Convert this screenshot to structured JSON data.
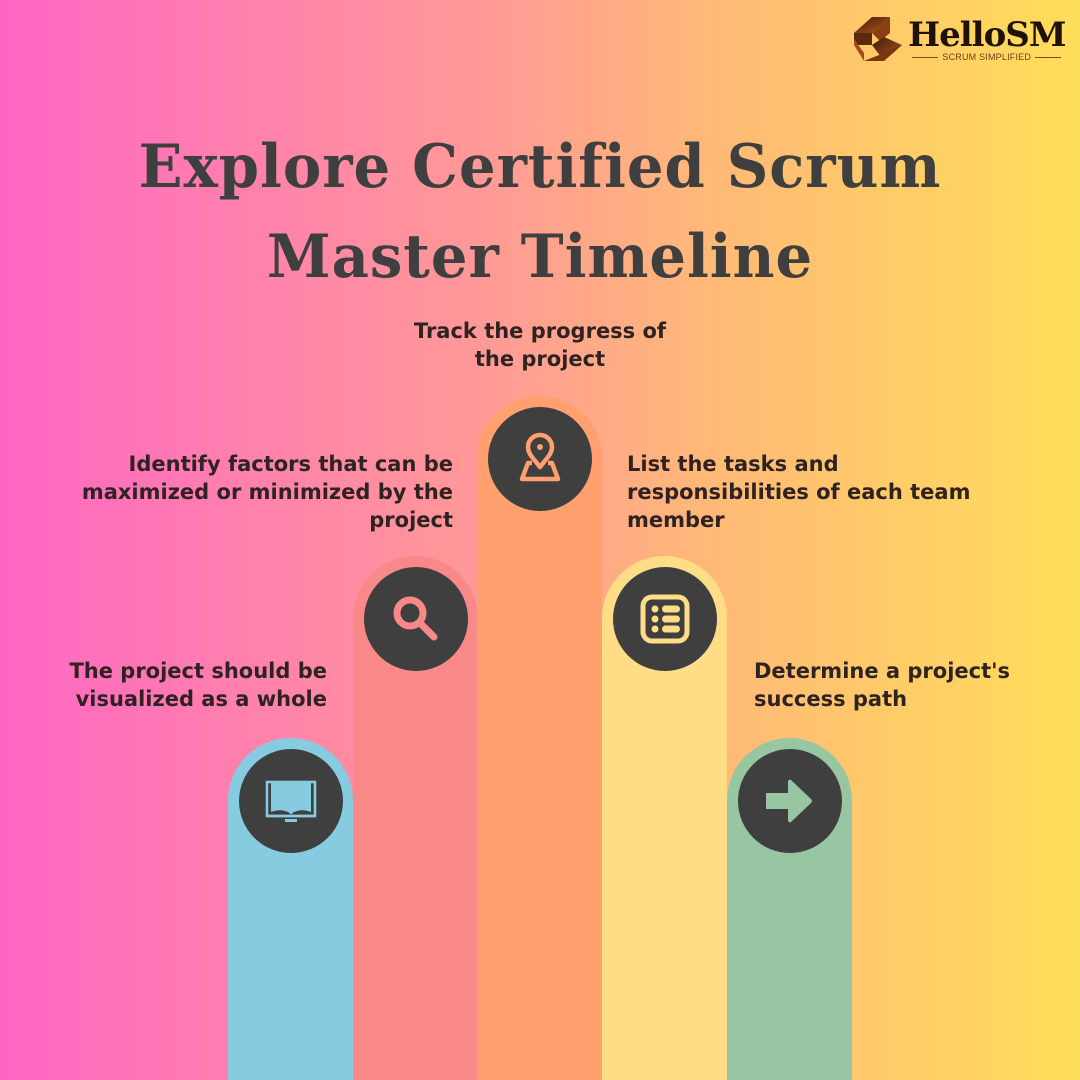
{
  "logo": {
    "name": "HelloSM",
    "tagline": "SCRUM SIMPLIFIED"
  },
  "title": {
    "line1": "Explore Certified Scrum",
    "line2": "Master Timeline"
  },
  "colors": {
    "background_left": "#ff66c4",
    "background_right": "#ffde59",
    "icon_circle": "#3f3f3f",
    "title_text": "#3f3f3f"
  },
  "steps": [
    {
      "icon": "open-book-icon",
      "color": "#86cbe0",
      "label": "The project should be visualized as a whole"
    },
    {
      "icon": "magnifying-glass-icon",
      "color": "#f98989",
      "label": "Identify factors that can be maximized or minimized by the project"
    },
    {
      "icon": "location-map-pin-icon",
      "color": "#ffa06e",
      "label": "Track the progress of the project"
    },
    {
      "icon": "list-icon",
      "color": "#ffdd86",
      "label": "List the tasks and responsibilities of each team member"
    },
    {
      "icon": "arrow-right-icon",
      "color": "#98c5a2",
      "label": "Determine a project's success path"
    }
  ]
}
